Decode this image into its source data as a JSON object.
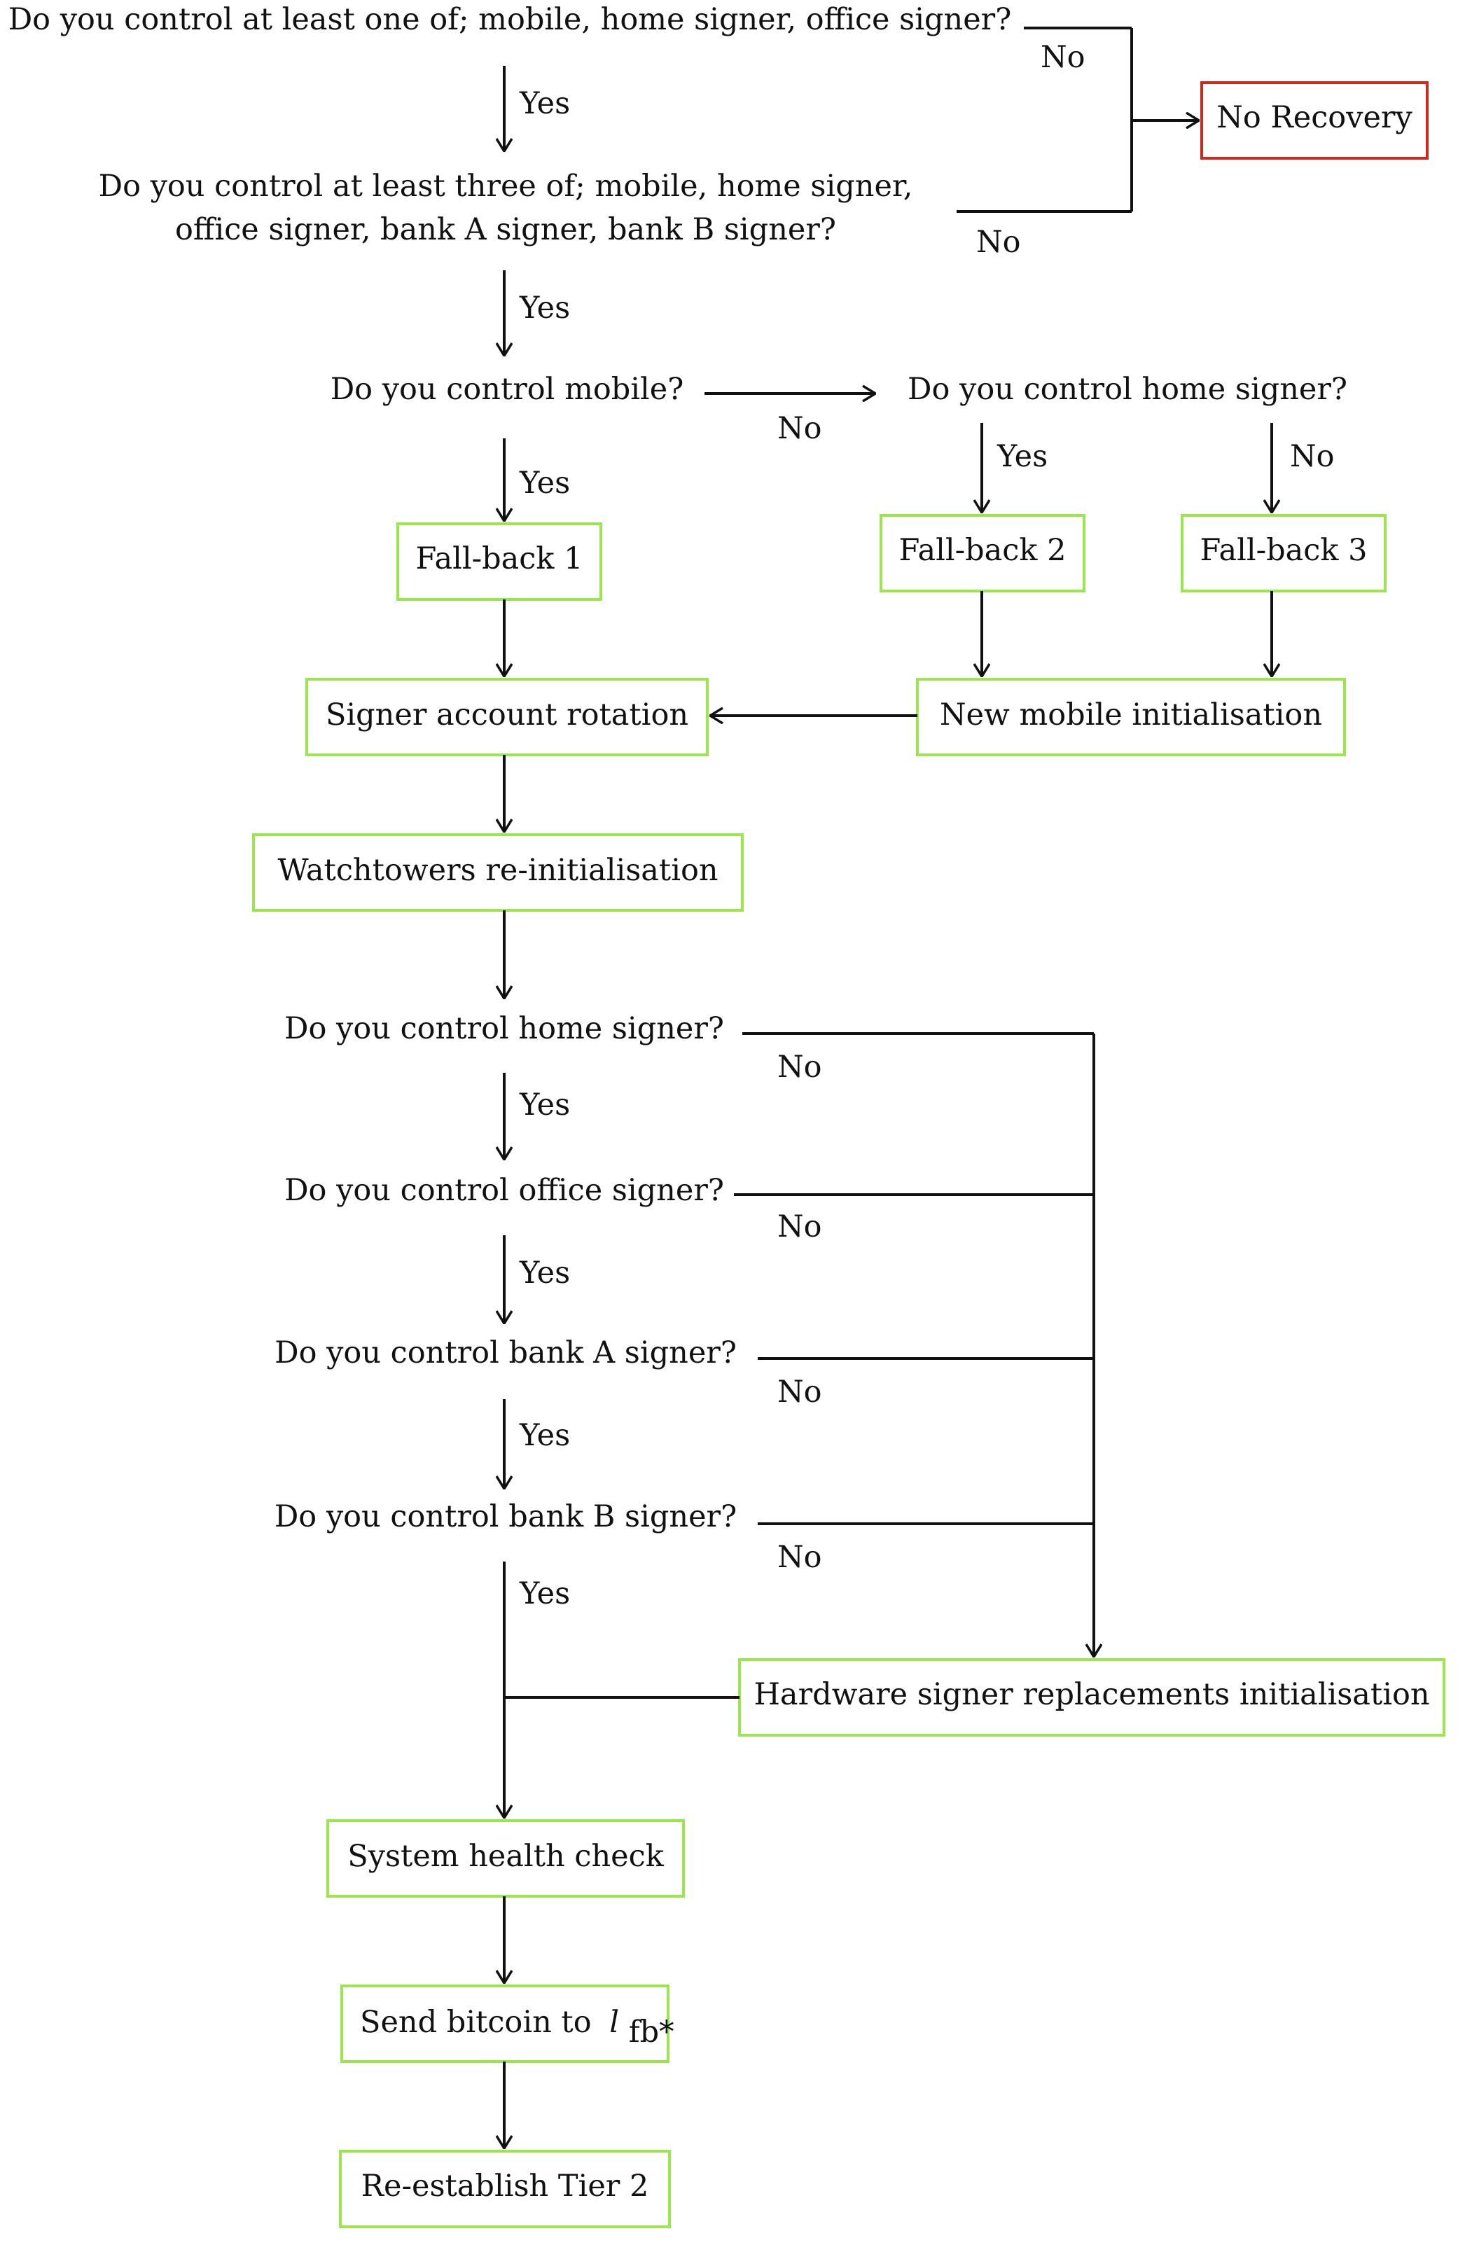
{
  "colors": {
    "success_box": "#9be64f",
    "fail_box": "#cc2a1d",
    "line": "#111111",
    "text": "#111111"
  },
  "questions": {
    "q1": "Do you control at least one of; mobile, home signer, office signer?",
    "q2_line1": "Do you control at least three of; mobile, home signer,",
    "q2_line2": "office signer, bank A signer, bank B signer?",
    "q3": "Do you control mobile?",
    "q4": "Do you control home signer?",
    "q5": "Do you control home signer?",
    "q6": "Do you control office signer?",
    "q7": "Do you control bank A signer?",
    "q8": "Do you control bank B signer?"
  },
  "boxes": {
    "no_recovery": "No Recovery",
    "fallback1": "Fall-back 1",
    "fallback2": "Fall-back 2",
    "fallback3": "Fall-back 3",
    "signer_rotation": "Signer account rotation",
    "new_mobile": "New mobile initialisation",
    "watchtowers": "Watchtowers re-initialisation",
    "hw_replacements": "Hardware signer replacements initialisation",
    "health_check": "System health check",
    "send_bitcoin": "Send bitcoin to",
    "send_bitcoin_var": "l",
    "send_bitcoin_sub": "fb*",
    "reestablish": "Re-establish Tier 2"
  },
  "labels": {
    "yes": "Yes",
    "no": "No"
  }
}
